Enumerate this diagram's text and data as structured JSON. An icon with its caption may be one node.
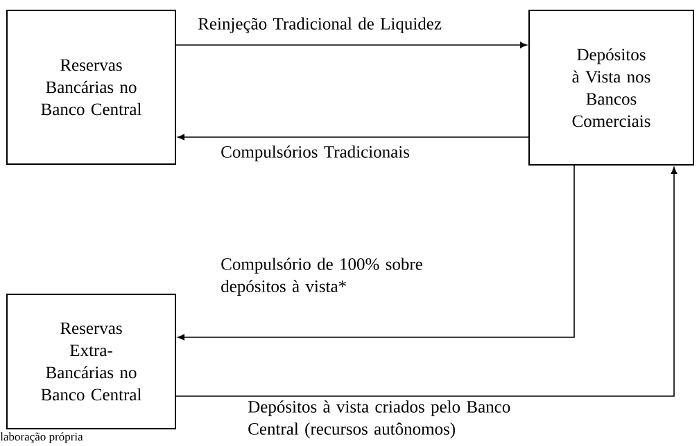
{
  "diagram": {
    "nodes": [
      {
        "text": [
          "Reservas Bancárias no Banco Central"
        ]
      },
      {
        "text": [
          "Depósitos à Vista nos Bancos Comerciais"
        ]
      },
      {
        "text": [
          "Reservas Extra-Bancárias no Banco Central"
        ]
      }
    ],
    "edges": [
      {
        "from": 0,
        "to": 1,
        "arrow": "to",
        "label": "Reinjeção Tradicional de Liquidez"
      },
      {
        "from": 1,
        "to": 0,
        "arrow": "to",
        "label": "Compulsórios Tradicionais"
      },
      {
        "from": 1,
        "to": 2,
        "arrow": "to",
        "label": "Compulsório de 100% sobre depósitos à vista*"
      },
      {
        "from": 2,
        "to": 1,
        "arrow": "to",
        "label": "Depósitos à vista criados pelo Banco Central (recursos autônomos)"
      }
    ],
    "labels": [
      "laboração própria"
    ]
  }
}
